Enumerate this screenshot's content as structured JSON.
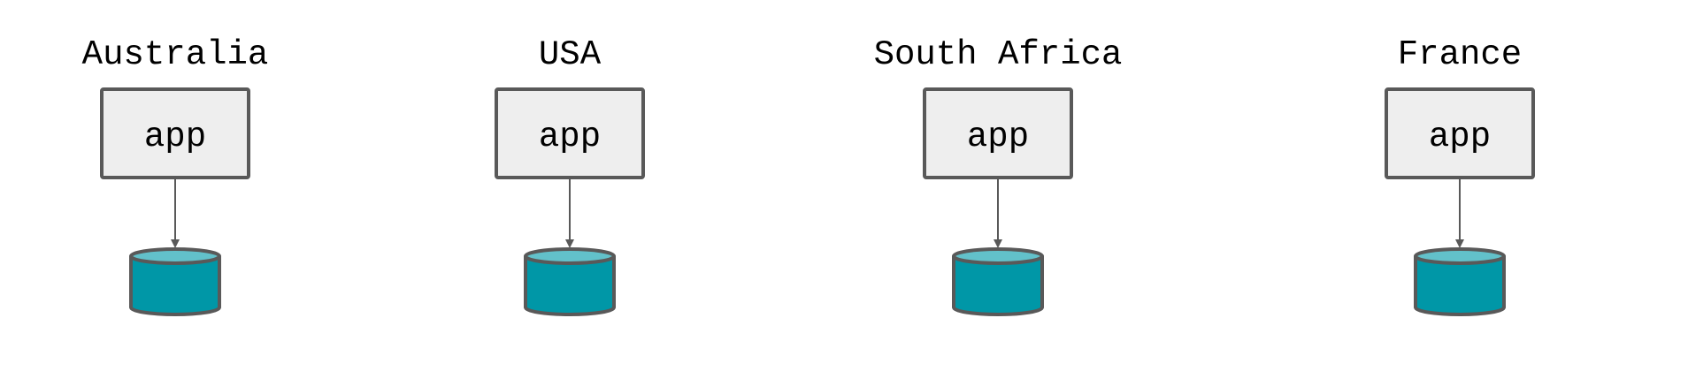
{
  "regions": [
    {
      "name": "Australia",
      "app_label": "app"
    },
    {
      "name": "USA",
      "app_label": "app"
    },
    {
      "name": "South Africa",
      "app_label": "app"
    },
    {
      "name": "France",
      "app_label": "app"
    }
  ],
  "colors": {
    "box_fill": "#eeeeee",
    "stroke": "#595959",
    "db_body": "#0097a7",
    "db_top": "#62c1ca"
  }
}
